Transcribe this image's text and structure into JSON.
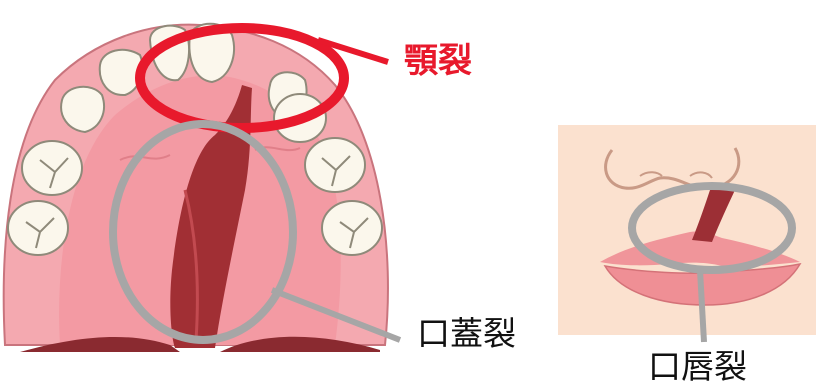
{
  "labels": {
    "jaw_cleft": "顎裂",
    "palate_cleft": "口蓋裂",
    "lip_cleft": "口唇裂"
  },
  "colors": {
    "jaw_marker": "#e8192c",
    "highlight_circle": "#a6a6a6",
    "gum": "#f4a9b0",
    "palate": "#f39aa3",
    "cleft": "#a12f34",
    "tooth": "#fbf7ec",
    "skin": "#fbe1cf",
    "lip": "#f0959a"
  }
}
